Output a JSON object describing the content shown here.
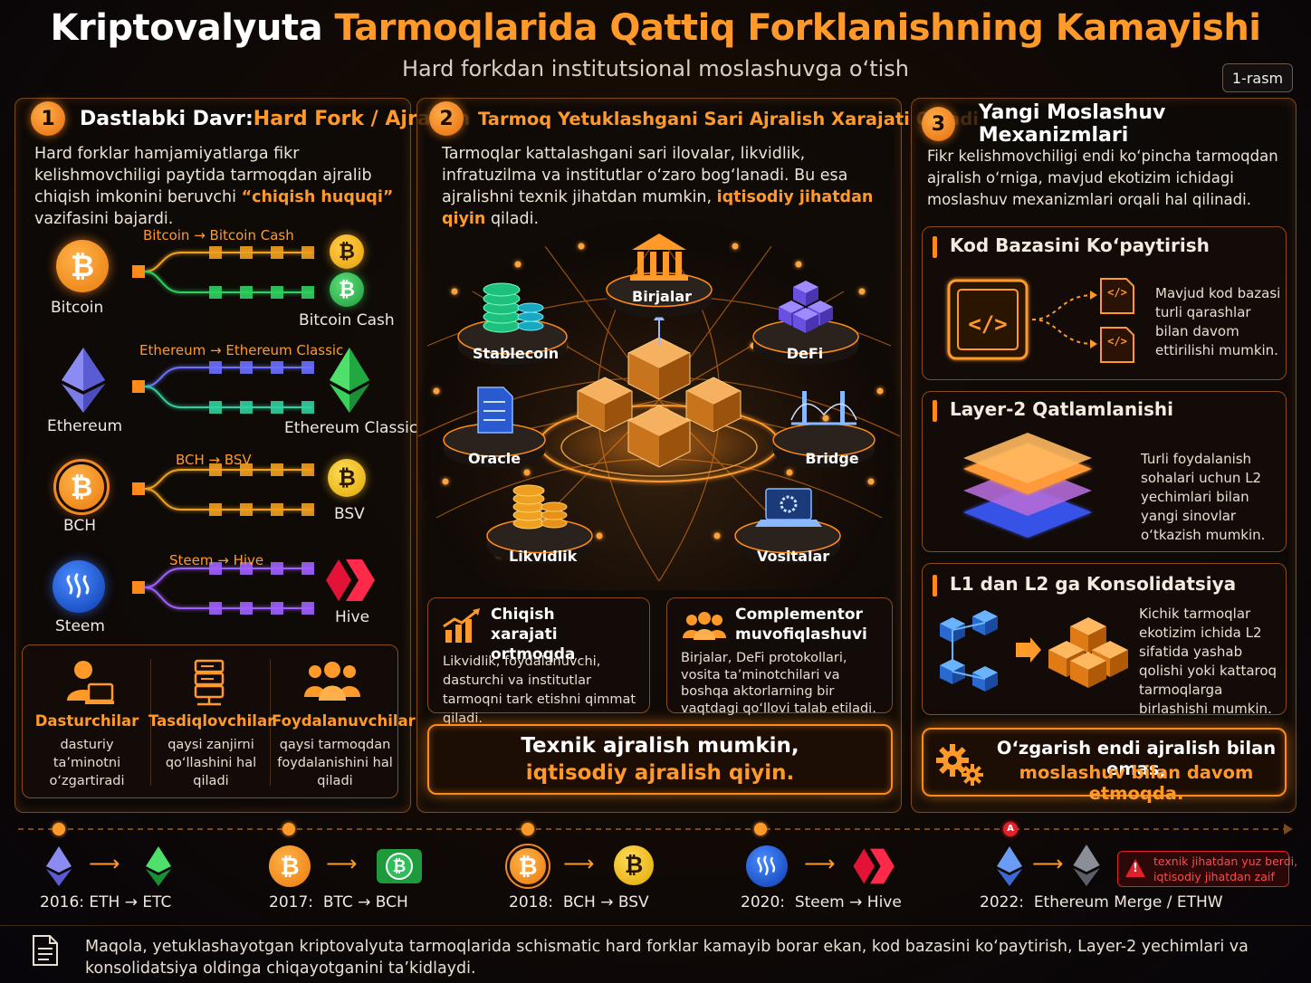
{
  "header": {
    "title_part1": "Kriptovalyuta ",
    "title_part2": "Tarmoqlarida ",
    "title_part3": "Qattiq Forklanishning Kamayishi",
    "subtitle": "Hard forkdan institutsional moslashuvga o‘tish",
    "figure_tag": "1-rasm"
  },
  "panel1": {
    "number": "1",
    "title_white": "Dastlabki Davr: ",
    "title_orange": "Hard Fork / Ajralish",
    "text_a": "Hard forklar hamjamiyatlarga fikr kelishmovchiligi paytida tarmoqdan ajralib chiqish imkonini beruvchi ",
    "text_hl": "“chiqish huquqi”",
    "text_b": " vazifasini bajardi.",
    "forks": [
      {
        "source": "Bitcoin",
        "fork_label": "Bitcoin → Bitcoin Cash",
        "target": "Bitcoin Cash",
        "source_symbol": "₿",
        "target_symbol": "₿"
      },
      {
        "source": "Ethereum",
        "fork_label": "Ethereum → Ethereum Classic",
        "target": "Ethereum Classic"
      },
      {
        "source": "BCH",
        "fork_label": "BCH → BSV",
        "target": "BSV",
        "source_symbol": "₿",
        "target_symbol": "₿"
      },
      {
        "source": "Steem",
        "fork_label": "Steem → Hive",
        "target": "Hive"
      }
    ],
    "actors": [
      {
        "title": "Dasturchilar",
        "desc": "dasturiy ta’minotni o‘zgartiradi",
        "icon": "developer-icon"
      },
      {
        "title": "Tasdiqlovchilar",
        "desc": "qaysi zanjirni qo‘llashini hal qiladi",
        "icon": "server-icon"
      },
      {
        "title": "Foydalanuvchilar",
        "desc": "qaysi tarmoqdan foydalanishini hal qiladi",
        "icon": "users-icon"
      }
    ]
  },
  "panel2": {
    "number": "2",
    "title": "Tarmoq Yetuklashgani Sari Ajralish Xarajati Ortadi",
    "text_a": "Tarmoqlar kattalashgani sari ilovalar, likvidlik, infratuzilma va institutlar o‘zaro bog‘lanadi. Bu esa ajralishni texnik jihatdan mumkin, ",
    "text_hl": "iqtisodiy jihatdan qiyin",
    "text_b": " qiladi.",
    "nodes": [
      "Birjalar",
      "Stablecoin",
      "DeFi",
      "Oracle",
      "Bridge",
      "Likvidlik",
      "Vositalar"
    ],
    "box1_title": "Chiqish xarajati ortmoqda",
    "box1_text": "Likvidlik, foydalanuvchi, dasturchi va institutlar tarmoqni tark etishni qimmat qiladi.",
    "box2_title": "Complementor muvofiqlashuvi",
    "box2_text": "Birjalar, DeFi protokollari, vosita ta’minotchilari va boshqa aktorlarning bir vaqtdagi qo‘llovi talab etiladi.",
    "callout_line1": "Texnik ajralish mumkin,",
    "callout_line2": "iqtisodiy ajralish qiyin."
  },
  "panel3": {
    "number": "3",
    "title": "Yangi Moslashuv Mexanizmlari",
    "text": "Fikr kelishmovchiligi endi ko‘pincha tarmoqdan ajralish o‘rniga, mavjud ekotizim ichidagi moslashuv mexanizmlari orqali hal qilinadi.",
    "cards": [
      {
        "title": "Kod Bazasini Ko‘paytirish",
        "text": "Mavjud kod bazasi turli qarashlar bilan davom ettirilishi mumkin."
      },
      {
        "title": "Layer-2 Qatlamlanishi",
        "text": "Turli foydalanish sohalari uchun L2 yechimlari bilan yangi sinovlar o‘tkazish mumkin."
      },
      {
        "title": "L1 dan L2 ga Konsolidatsiya",
        "text": "Kichik tarmoqlar ekotizim ichida L2 sifatida yashab qolishi yoki kattaroq tarmoqlarga birlashishi mumkin."
      }
    ],
    "code_symbol": "</>",
    "callout_line1": "O‘zgarish endi ajralish bilan emas,",
    "callout_line2": "moslashuv bilan davom etmoqda."
  },
  "timeline": [
    {
      "year": "2016:",
      "label": "ETH → ETC"
    },
    {
      "year": "2017:",
      "label": "BTC → BCH"
    },
    {
      "year": "2018:",
      "label": "BCH → BSV"
    },
    {
      "year": "2020:",
      "label": "Steem → Hive"
    },
    {
      "year": "2022:",
      "label": "Ethereum Merge / ETHW"
    }
  ],
  "timeline_symbols": {
    "btc": "₿",
    "arrow": "⟶",
    "warn": "!",
    "alert": "A"
  },
  "timeline_warning_line1": "texnik jihatdan yuz berdi,",
  "timeline_warning_line2": "iqtisodiy jihatdan zaif",
  "footer": "Maqola, yetuklashayotgan kriptovalyuta tarmoqlarida schismatic hard forklar kamayib borar ekan, kod bazasini ko‘paytirish, Layer-2 yechimlari va konsolidatsiya oldinga chiqayotganini ta’kidlaydi.",
  "colors": {
    "accent": "#ff9a2a",
    "bitcoin": "#f7931a",
    "bch": "#2fbf5a",
    "ethereum": "#6c6fe8",
    "etc": "#2fbf5a",
    "bsv": "#eab300",
    "steem": "#1a5cdc",
    "hive": "#e31337",
    "warning": "#e0202a"
  }
}
